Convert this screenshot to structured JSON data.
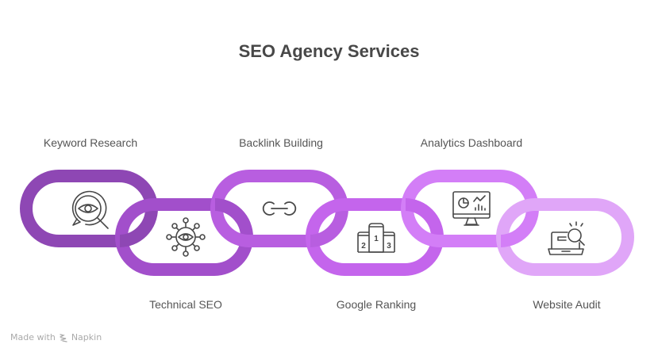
{
  "title": "SEO Agency Services",
  "links": [
    {
      "label": "Keyword Research",
      "icon": "eye-search-icon",
      "color": "#8e47b4",
      "row": "top"
    },
    {
      "label": "Technical SEO",
      "icon": "eye-network-icon",
      "color": "#a24fcb",
      "row": "bottom"
    },
    {
      "label": "Backlink Building",
      "icon": "link-icon",
      "color": "#b85ee0",
      "row": "top"
    },
    {
      "label": "Google Ranking",
      "icon": "podium-icon",
      "color": "#c465ec",
      "row": "bottom"
    },
    {
      "label": "Analytics Dashboard",
      "icon": "monitor-analytics-icon",
      "color": "#d37ef7",
      "row": "top"
    },
    {
      "label": "Website Audit",
      "icon": "laptop-search-icon",
      "color": "#e0a6f8",
      "row": "bottom"
    }
  ],
  "podium_numbers": [
    "2",
    "1",
    "3"
  ],
  "footer": {
    "made_with": "Made with",
    "brand": "Napkin",
    "icon": "napkin-logo-icon"
  }
}
